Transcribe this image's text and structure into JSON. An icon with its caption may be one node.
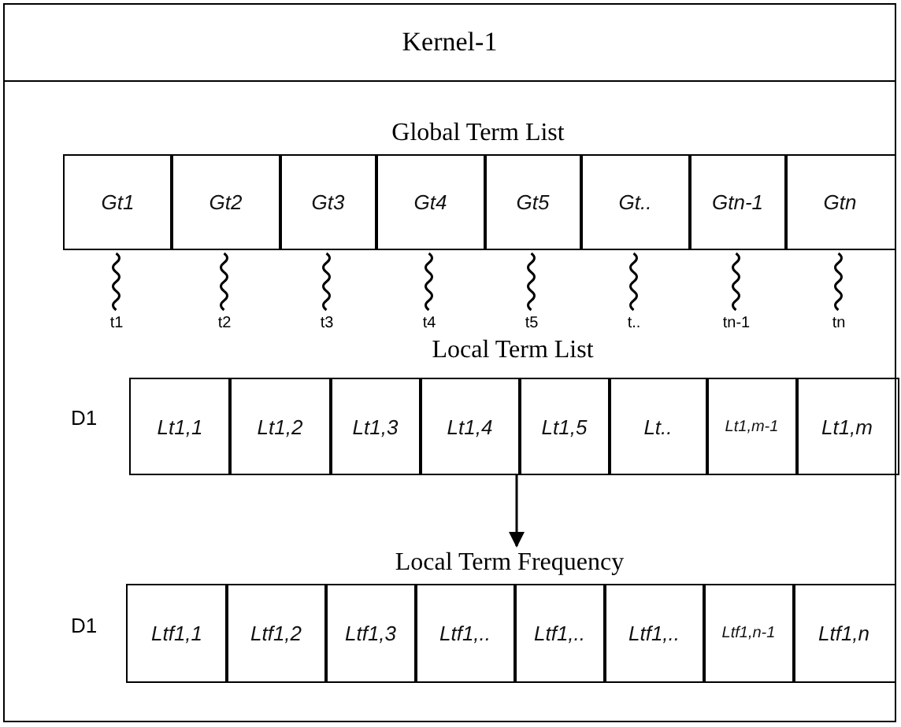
{
  "diagram": {
    "nodes": [
      {
        "text": [
          "Kernel-1"
        ]
      },
      {
        "text": [
          "Global Term List"
        ],
        "in": 0
      },
      {
        "text": [
          "Gt1"
        ],
        "in": 1
      },
      {
        "text": [
          "Gt2"
        ],
        "in": 1
      },
      {
        "text": [
          "Gt3"
        ],
        "in": 1
      },
      {
        "text": [
          "Gt4"
        ],
        "in": 1
      },
      {
        "text": [
          "Gt5"
        ],
        "in": 1
      },
      {
        "text": [
          "Gt.."
        ],
        "in": 1
      },
      {
        "text": [
          "Gtn-1"
        ],
        "in": 1
      },
      {
        "text": [
          "Gtn"
        ],
        "in": 1
      },
      {
        "text": [
          "t1"
        ],
        "in": 0
      },
      {
        "text": [
          "t2"
        ],
        "in": 0
      },
      {
        "text": [
          "t3"
        ],
        "in": 0
      },
      {
        "text": [
          "t4"
        ],
        "in": 0
      },
      {
        "text": [
          "t5"
        ],
        "in": 0
      },
      {
        "text": [
          "t.."
        ],
        "in": 0
      },
      {
        "text": [
          "tn-1"
        ],
        "in": 0
      },
      {
        "text": [
          "tn"
        ],
        "in": 0
      },
      {
        "text": [
          "Local Term List"
        ],
        "beside": [
          "D1"
        ],
        "in": 0
      },
      {
        "text": [
          "Lt1,1"
        ],
        "in": 18
      },
      {
        "text": [
          "Lt1,2"
        ],
        "in": 18
      },
      {
        "text": [
          "Lt1,3"
        ],
        "in": 18
      },
      {
        "text": [
          "Lt1,4"
        ],
        "in": 18
      },
      {
        "text": [
          "Lt1,5"
        ],
        "in": 18
      },
      {
        "text": [
          "Lt.."
        ],
        "in": 18
      },
      {
        "text": [
          "Lt1,m-1"
        ],
        "in": 18
      },
      {
        "text": [
          "Lt1,m"
        ],
        "in": 18
      },
      {
        "text": [
          "Local Term Frequency"
        ],
        "beside": [
          "D1"
        ],
        "in": 0
      },
      {
        "text": [
          "Ltf1,1"
        ],
        "in": 27
      },
      {
        "text": [
          "Ltf1,2"
        ],
        "in": 27
      },
      {
        "text": [
          "Ltf1,3"
        ],
        "in": 27
      },
      {
        "text": [
          "Ltf1,.."
        ],
        "in": 27
      },
      {
        "text": [
          "Ltf1,.."
        ],
        "in": 27
      },
      {
        "text": [
          "Ltf1,.."
        ],
        "in": 27
      },
      {
        "text": [
          "Ltf1,n-1"
        ],
        "in": 27
      },
      {
        "text": [
          "Ltf1,n"
        ],
        "in": 27
      }
    ],
    "edges": [
      {
        "from": 2,
        "to": 10,
        "arrow": "none"
      },
      {
        "from": 3,
        "to": 11,
        "arrow": "none"
      },
      {
        "from": 4,
        "to": 12,
        "arrow": "none"
      },
      {
        "from": 5,
        "to": 13,
        "arrow": "none"
      },
      {
        "from": 6,
        "to": 14,
        "arrow": "none"
      },
      {
        "from": 7,
        "to": 15,
        "arrow": "none"
      },
      {
        "from": 8,
        "to": 16,
        "arrow": "none"
      },
      {
        "from": 9,
        "to": 17,
        "arrow": "none"
      },
      {
        "from": 18,
        "to": 27,
        "arrow": "to"
      }
    ]
  }
}
